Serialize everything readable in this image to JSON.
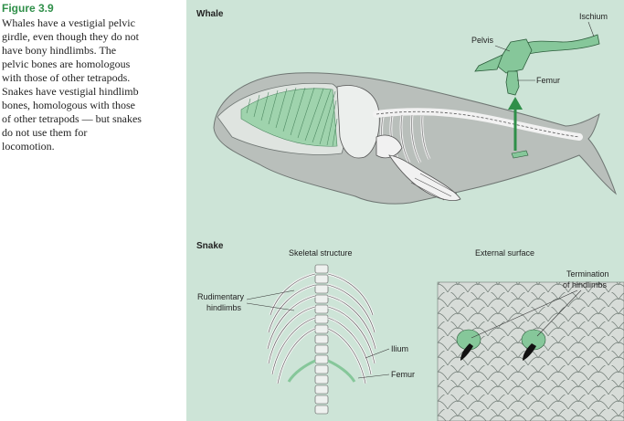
{
  "figure": {
    "title": "Figure 3.9",
    "caption_lines": [
      "Whales have a vestigial pelvic",
      "girdle, even though they do not",
      "have bony hindlimbs. The",
      "pelvic bones are homologous",
      "with those of other tetrapods.",
      "Snakes have vestigial hindlimb",
      "bones, homologous with those",
      "of other tetrapods — but snakes",
      "do not use them for",
      "locomotion."
    ]
  },
  "whale": {
    "heading": "Whale",
    "labels": {
      "ischium": "Ischium",
      "pelvis": "Pelvis",
      "femur": "Femur"
    }
  },
  "snake": {
    "heading": "Snake",
    "skeletal_heading": "Skeletal structure",
    "external_heading": "External surface",
    "labels": {
      "rudimentary_1": "Rudimentary",
      "rudimentary_2": "hindlimbs",
      "ilium": "Ilium",
      "femur": "Femur",
      "termination_1": "Termination",
      "termination_2": "of hindlimbs"
    }
  },
  "colors": {
    "panel": "#cde4d7",
    "bone_green": "#86c79a",
    "title_green": "#2f8f49",
    "whale_body": "#b9bfbb"
  }
}
